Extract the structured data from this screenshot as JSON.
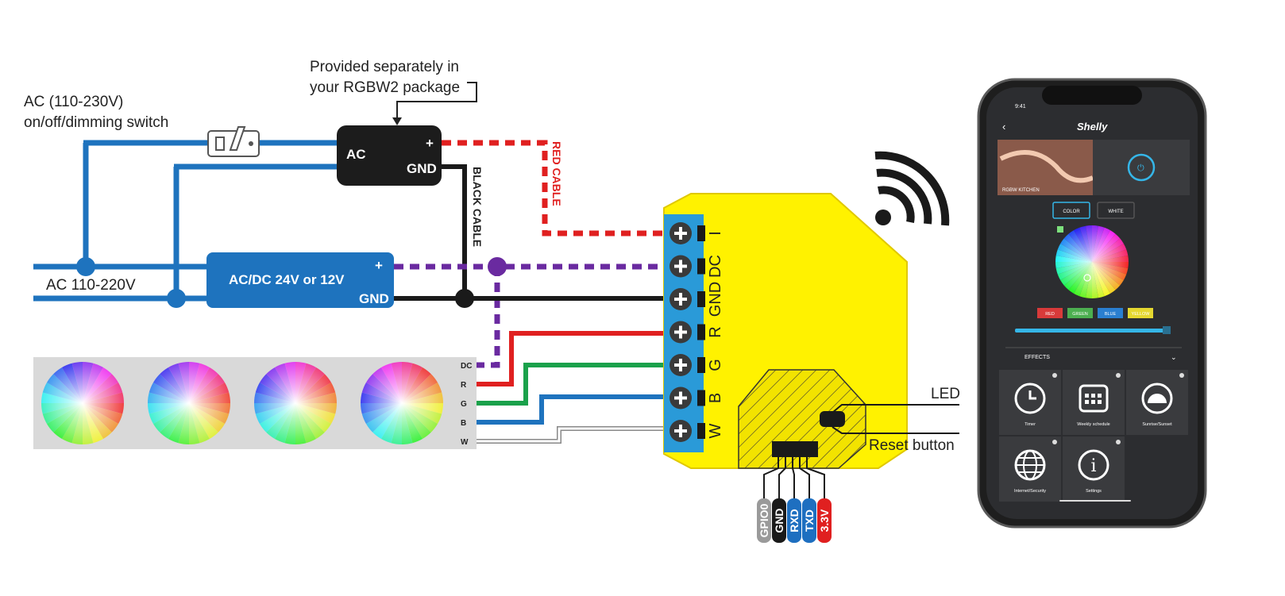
{
  "labels": {
    "ac_switch_line1": "AC (110-230V)",
    "ac_switch_line2": "on/off/dimming switch",
    "provided_line1": "Provided separately in",
    "provided_line2": "your RGBW2 package",
    "mains": "AC 110-220V",
    "adapter_ac": "AC",
    "adapter_plus": "+",
    "adapter_gnd": "GND",
    "psu_label": "AC/DC 24V or 12V",
    "psu_plus": "+",
    "psu_gnd": "GND",
    "black_cable": "BLACK CABLE",
    "red_cable": "RED CABLE",
    "led": "LED",
    "reset": "Reset button"
  },
  "strip_pins": [
    "DC",
    "R",
    "G",
    "B",
    "W"
  ],
  "terminals": [
    "I",
    "DC",
    "GND",
    "R",
    "G",
    "B",
    "W"
  ],
  "header_pins": [
    {
      "label": "GPIO0",
      "color": "#9a9a9a"
    },
    {
      "label": "GND",
      "color": "#1a1a1a"
    },
    {
      "label": "RXD",
      "color": "#1e6fc0"
    },
    {
      "label": "TXD",
      "color": "#1e6fc0"
    },
    {
      "label": "3.3V",
      "color": "#e02020"
    }
  ],
  "phone": {
    "time": "9:41",
    "brand": "Shelly",
    "device_name": "RGBW KITCHEN",
    "mode_tabs": [
      "COLOR",
      "WHITE"
    ],
    "color_chips": [
      {
        "label": "RED",
        "color": "#d83a3a"
      },
      {
        "label": "GREEN",
        "color": "#4caf50"
      },
      {
        "label": "BLUE",
        "color": "#2a7fd0"
      },
      {
        "label": "YELLOW",
        "color": "#e5d830"
      }
    ],
    "effects_label": "EFFECTS",
    "tiles": [
      {
        "label": "Timer",
        "icon": "clock-icon"
      },
      {
        "label": "Weekly schedule",
        "icon": "calendar-icon"
      },
      {
        "label": "Sunrise/Sunset",
        "icon": "sunrise-icon"
      },
      {
        "label": "Internet/Security",
        "icon": "globe-icon"
      },
      {
        "label": "Settings",
        "icon": "info-icon"
      }
    ]
  },
  "colors": {
    "blue_wire": "#1e73be",
    "black_wire": "#1a1a1a",
    "red_wire": "#e02020",
    "purple_wire": "#6a2aa0",
    "green_wire": "#1aa14b",
    "device_yellow": "#fff200",
    "terminal_blue": "#2a9ad8"
  }
}
